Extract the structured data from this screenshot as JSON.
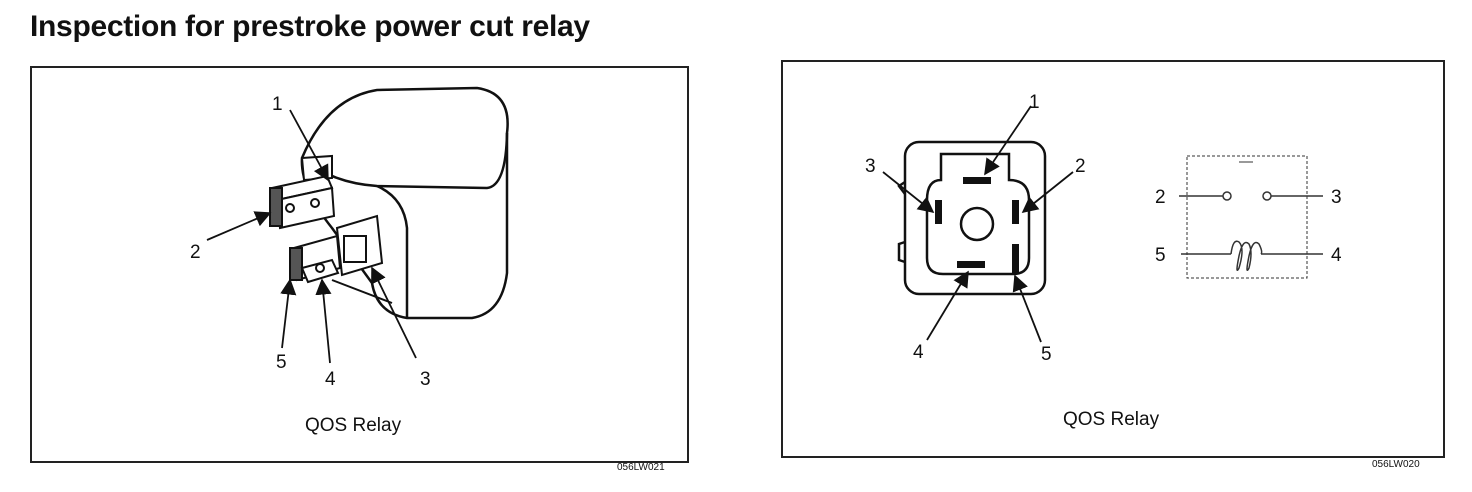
{
  "title": "Inspection for prestroke power cut relay",
  "left_figure": {
    "caption": "QOS Relay",
    "code": "056LW021",
    "labels": {
      "t1": "1",
      "t2": "2",
      "t3": "3",
      "t4": "4",
      "t5": "5"
    }
  },
  "right_figure": {
    "caption": "QOS Relay",
    "code": "056LW020",
    "connector_labels": {
      "t1": "1",
      "t2": "2",
      "t3": "3",
      "t4": "4",
      "t5": "5"
    },
    "schematic_labels": {
      "t2": "2",
      "t3": "3",
      "t4": "4",
      "t5": "5"
    }
  }
}
